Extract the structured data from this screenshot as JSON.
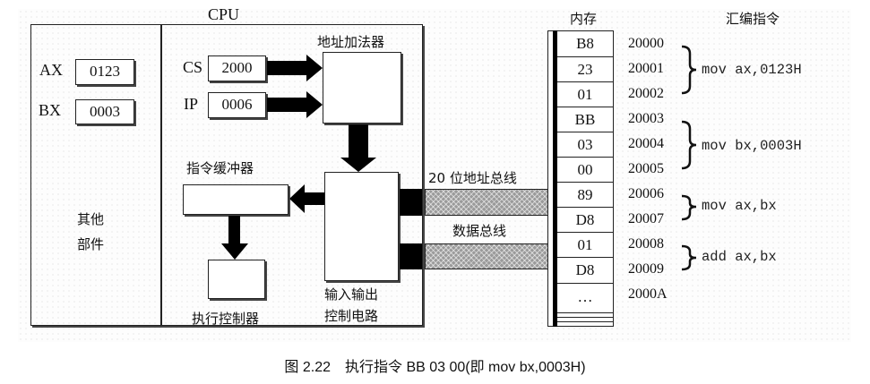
{
  "cpu": {
    "title": "CPU",
    "other_parts_label_line1": "其他",
    "other_parts_label_line2": "部件",
    "registers": [
      {
        "name": "AX",
        "value": "0123"
      },
      {
        "name": "BX",
        "value": "0003"
      },
      {
        "name": "CS",
        "value": "2000"
      },
      {
        "name": "IP",
        "value": "0006"
      }
    ],
    "address_adder_label": "地址加法器",
    "instruction_buffer_label": "指令缓冲器",
    "execution_controller_label": "执行控制器",
    "io_circuit_label_line1": "输入输出",
    "io_circuit_label_line2": "控制电路"
  },
  "buses": {
    "address_bus_label": "20 位地址总线",
    "data_bus_label": "数据总线"
  },
  "memory": {
    "title": "内存",
    "cells": [
      {
        "value": "B8",
        "address": "20000"
      },
      {
        "value": "23",
        "address": "20001"
      },
      {
        "value": "01",
        "address": "20002"
      },
      {
        "value": "BB",
        "address": "20003"
      },
      {
        "value": "03",
        "address": "20004"
      },
      {
        "value": "00",
        "address": "20005"
      },
      {
        "value": "89",
        "address": "20006"
      },
      {
        "value": "D8",
        "address": "20007"
      },
      {
        "value": "01",
        "address": "20008"
      },
      {
        "value": "D8",
        "address": "20009"
      },
      {
        "value": "…",
        "address": "2000A"
      }
    ]
  },
  "assembly": {
    "title": "汇编指令",
    "instructions": [
      {
        "text": "mov ax,0123H",
        "start_address": "20000",
        "end_address": "20002"
      },
      {
        "text": "mov bx,0003H",
        "start_address": "20003",
        "end_address": "20005"
      },
      {
        "text": "mov ax,bx",
        "start_address": "20006",
        "end_address": "20007"
      },
      {
        "text": "add ax,bx",
        "start_address": "20008",
        "end_address": "20009"
      }
    ]
  },
  "caption": "图 2.22　执行指令 BB 03 00(即 mov bx,0003H)"
}
